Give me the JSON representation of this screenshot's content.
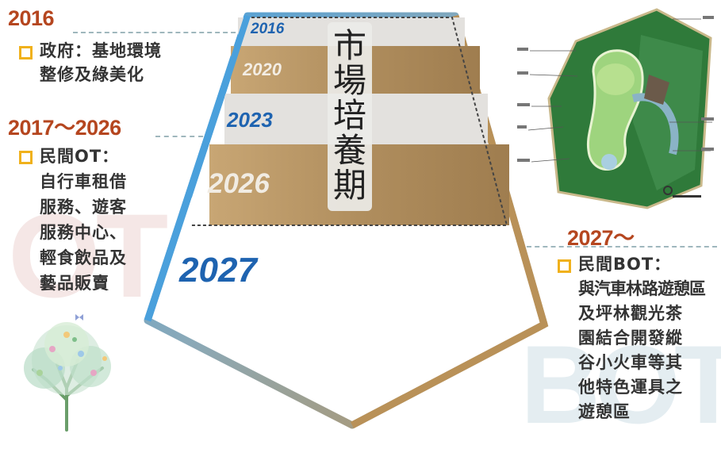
{
  "left": {
    "sections": [
      {
        "year": "2016",
        "label": "政府：基地環境",
        "lines": [
          "整修及綠美化"
        ]
      },
      {
        "year": "2017～2026",
        "label": "民間OT：",
        "lines": [
          "自行車租借",
          "服務、遊客",
          "服務中心、",
          "輕食飲品及",
          "藝品販賣"
        ]
      }
    ],
    "ghost_letters": "OT"
  },
  "center": {
    "years": [
      "2016",
      "2020",
      "2023",
      "2026"
    ],
    "year_2027": "2027",
    "vertical_title": [
      "市",
      "場",
      "培",
      "養",
      "期"
    ]
  },
  "right": {
    "year": "2027～",
    "label": "民間BOT：",
    "lines": [
      "與汽車林路遊憩區",
      "及坪林觀光茶",
      "園結合開發縱",
      "谷小火車等其",
      "他特色運具之",
      "遊憩區"
    ],
    "ghost_letters": "BOT"
  },
  "colors": {
    "year_orange": "#b5461f",
    "year_blue": "#1e63b0",
    "band_gray": "#e3e1de",
    "band_gold": "#b08e5e",
    "frame_blue": "#4aa0dc",
    "frame_gold": "#b99158",
    "bullet": "#f0b11c"
  }
}
